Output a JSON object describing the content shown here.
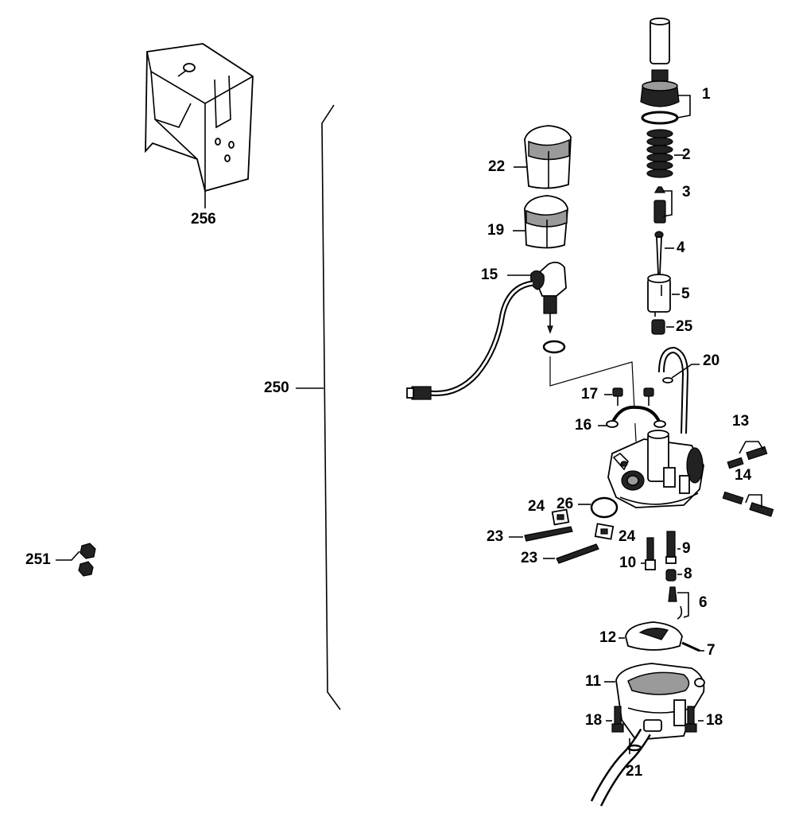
{
  "callouts": {
    "c1": "1",
    "c2": "2",
    "c3": "3",
    "c4": "4",
    "c5": "5",
    "c25": "25",
    "c22": "22",
    "c19": "19",
    "c15": "15",
    "c20": "20",
    "c17": "17",
    "c16": "16",
    "c13": "13",
    "c14": "14",
    "c24a": "24",
    "c26": "26",
    "c23a": "23",
    "c24b": "24",
    "c23b": "23",
    "c10": "10",
    "c9": "9",
    "c8": "8",
    "c6": "6",
    "c12": "12",
    "c7": "7",
    "c11": "11",
    "c18a": "18",
    "c18b": "18",
    "c21": "21",
    "c250": "250",
    "c251": "251",
    "c256": "256"
  }
}
